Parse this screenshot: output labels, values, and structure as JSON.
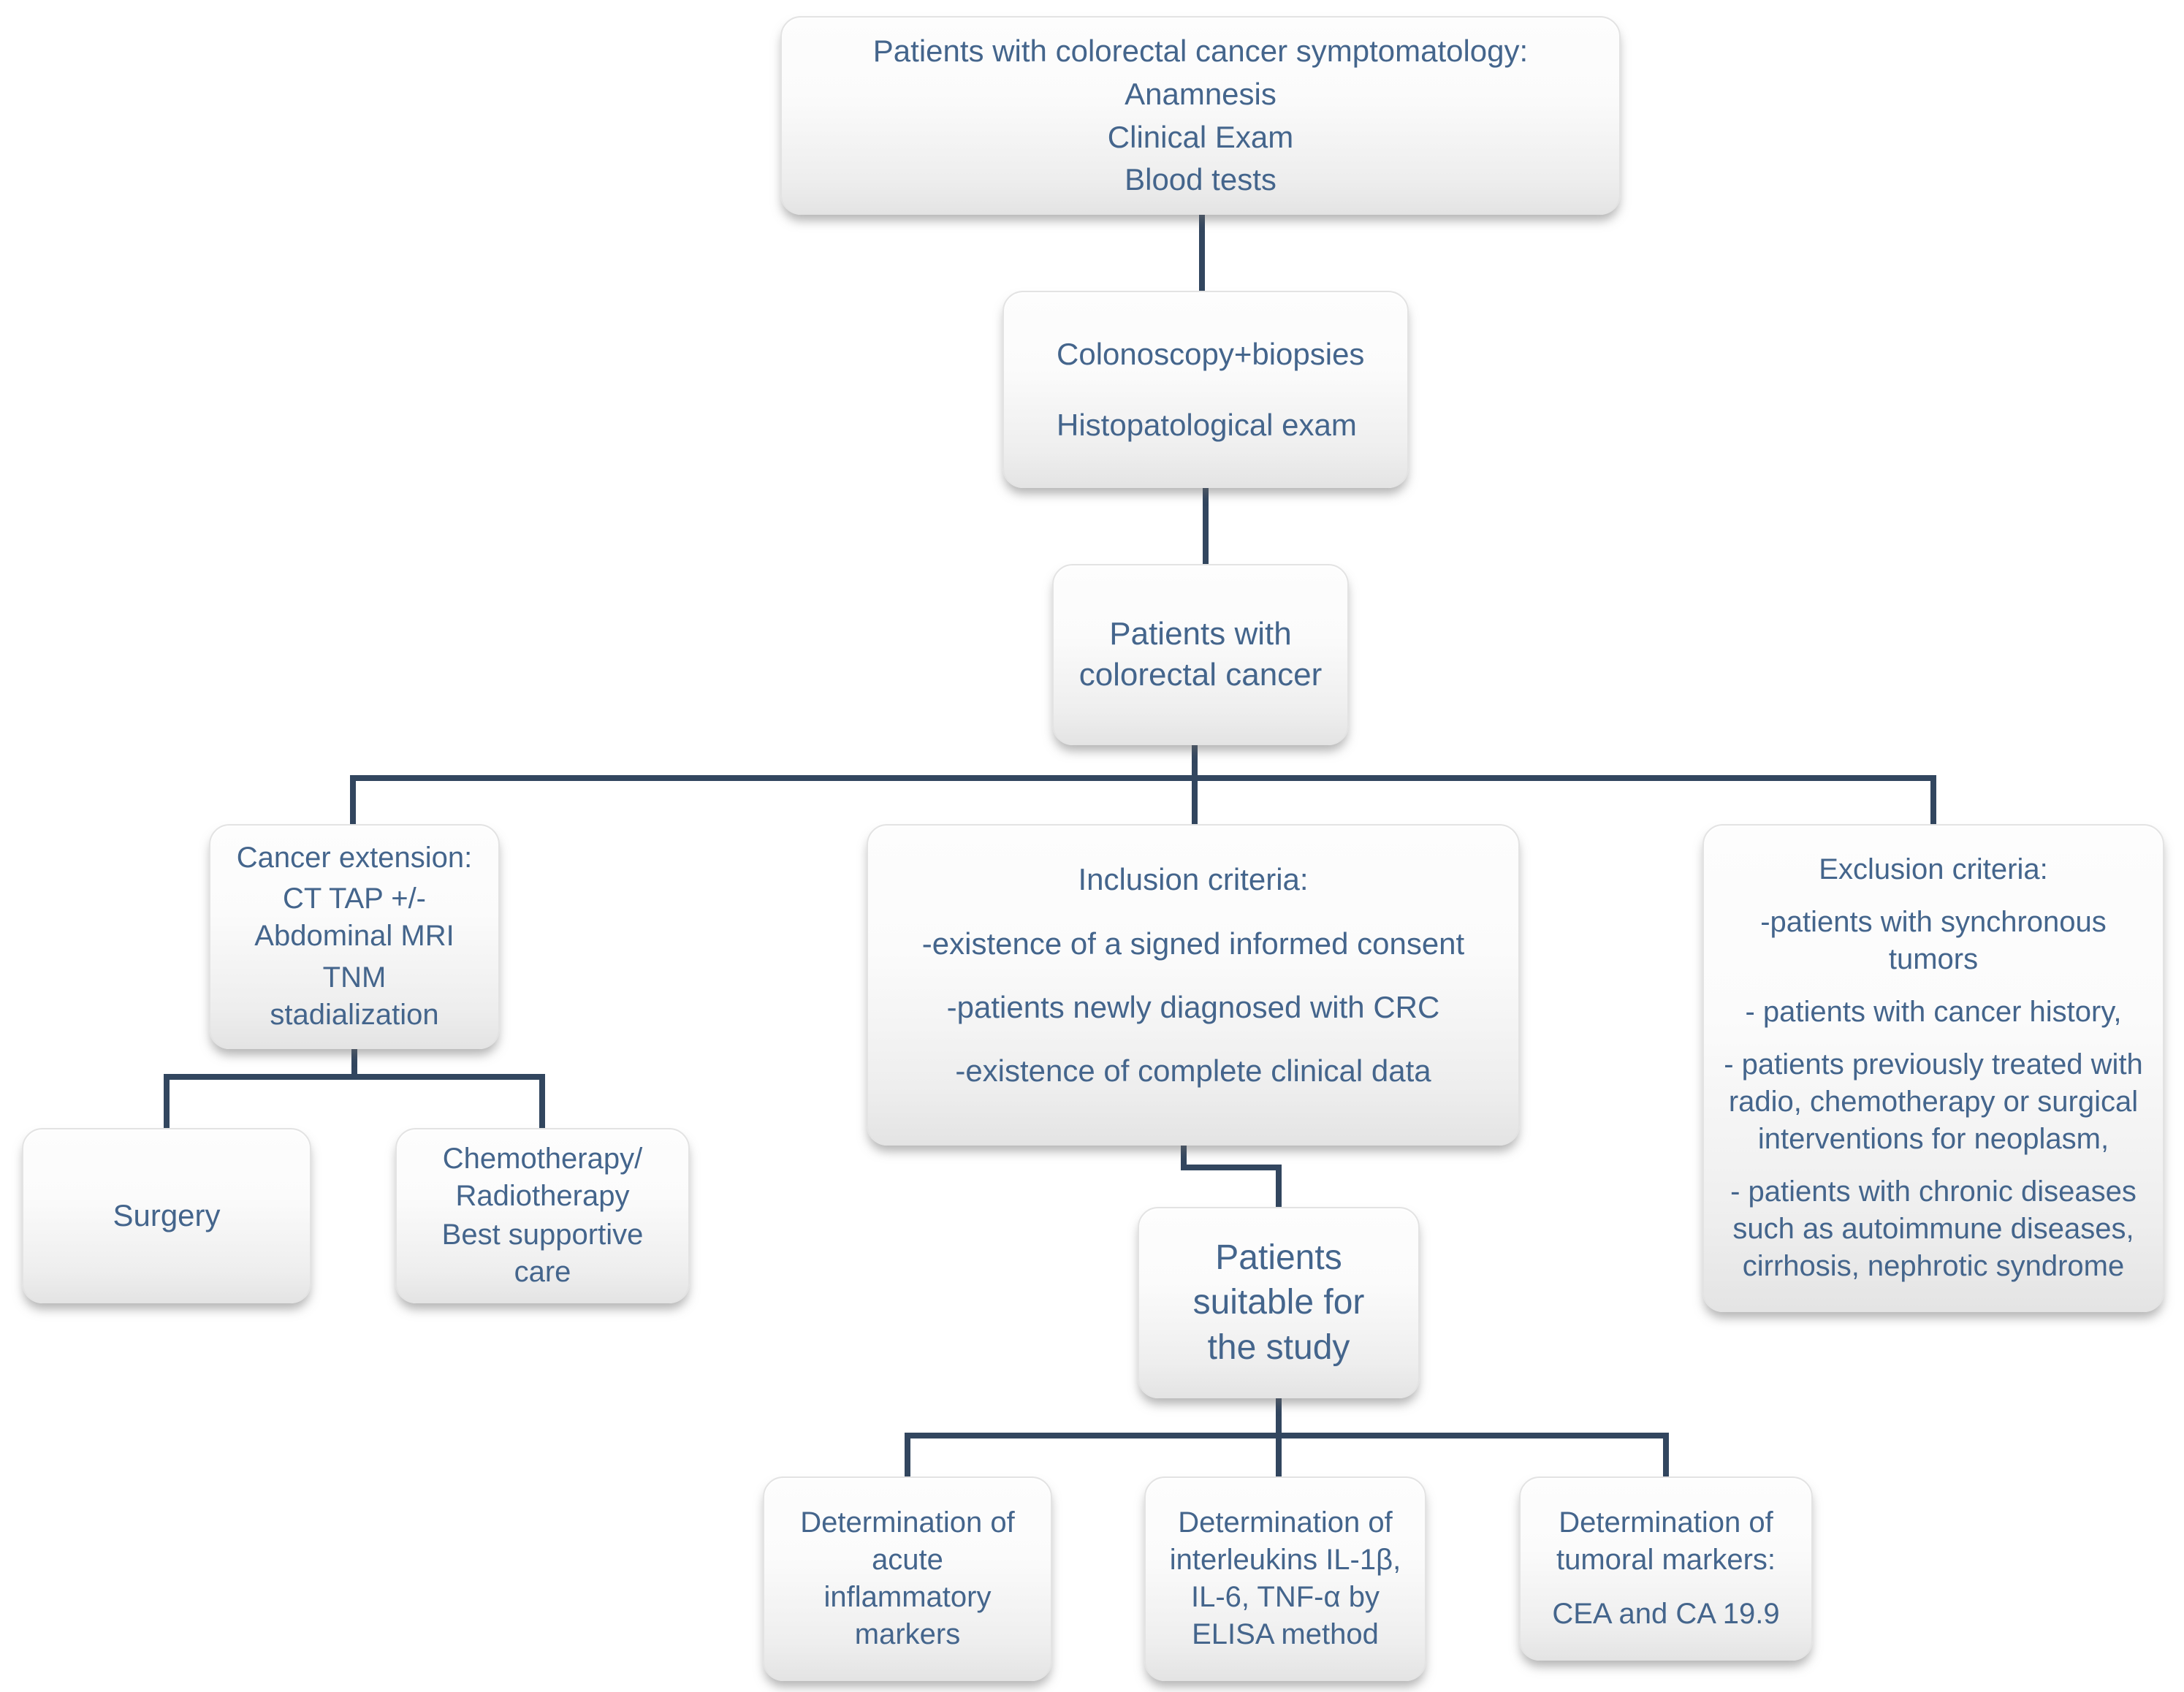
{
  "figure": {
    "title": "Colorectal cancer study flowchart",
    "background_color": "#ffffff",
    "text_color": "#44658c",
    "connector_color": "#32465f",
    "box_fill_top": "#fdfdfd",
    "box_fill_bottom": "#e4e4e4"
  },
  "nodes": {
    "symptomatology": {
      "paragraphs": [
        "Patients with colorectal cancer symptomatology:",
        "Anamnesis",
        "Clinical Exam",
        "Blood tests"
      ]
    },
    "colonoscopy": {
      "paragraphs": [
        "Colonoscopy+biopsies",
        "Histopatological exam"
      ]
    },
    "crc_patients": {
      "paragraphs": [
        "Patients with\ncolorectal cancer"
      ]
    },
    "cancer_extension": {
      "paragraphs": [
        "Cancer extension:",
        "CT TAP +/-\nAbdominal MRI",
        "TNM\nstadialization"
      ]
    },
    "inclusion": {
      "paragraphs": [
        "Inclusion criteria:",
        "-existence of a signed informed consent",
        "-patients newly diagnosed with CRC",
        "-existence of complete clinical data"
      ]
    },
    "exclusion": {
      "paragraphs": [
        "Exclusion criteria:",
        "-patients with synchronous tumors",
        "- patients with cancer history,",
        "- patients previously treated with radio, chemotherapy or surgical interventions for neoplasm,",
        "- patients with chronic diseases such as autoimmune diseases, cirrhosis, nephrotic syndrome"
      ]
    },
    "surgery": {
      "paragraphs": [
        "Surgery"
      ]
    },
    "chemo": {
      "paragraphs": [
        "Chemotherapy/\nRadiotherapy",
        "Best supportive\ncare"
      ]
    },
    "suitable": {
      "paragraphs": [
        "Patients\nsuitable for\nthe study"
      ]
    },
    "det_acute": {
      "paragraphs": [
        "Determination of\nacute\ninflammatory\nmarkers"
      ]
    },
    "det_interleukins": {
      "paragraphs": [
        "Determination of\ninterleukins IL-1β,\nIL-6, TNF-α by\nELISA method"
      ]
    },
    "det_tumoral": {
      "paragraphs": [
        "Determination of\ntumoral markers:",
        "CEA and CA 19.9"
      ]
    }
  }
}
